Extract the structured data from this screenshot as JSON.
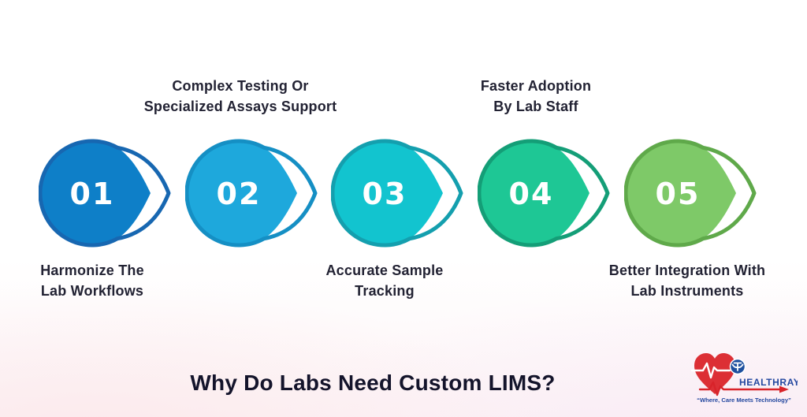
{
  "title": "Why Do Labs Need Custom LIMS?",
  "steps": [
    {
      "number": "01",
      "label_line1": "Harmonize The",
      "label_line2": "Lab Workflows",
      "label_position": "below",
      "fill": "#0e7fc8",
      "outline": "#1767b1"
    },
    {
      "number": "02",
      "label_line1": "Complex Testing Or",
      "label_line2": "Specialized Assays Support",
      "label_position": "above",
      "fill": "#1ea8dc",
      "outline": "#158fc4"
    },
    {
      "number": "03",
      "label_line1": "Accurate Sample",
      "label_line2": "Tracking",
      "label_position": "below",
      "fill": "#12c4cf",
      "outline": "#149fae"
    },
    {
      "number": "04",
      "label_line1": "Faster Adoption",
      "label_line2": "By Lab Staff",
      "label_position": "above",
      "fill": "#1ec795",
      "outline": "#149e77"
    },
    {
      "number": "05",
      "label_line1": "Better Integration With",
      "label_line2": "Lab Instruments",
      "label_position": "below",
      "fill": "#7ec968",
      "outline": "#5fa94a"
    }
  ],
  "logo": {
    "brand": "HEALTHRAY",
    "tagline": "“Where, Care Meets Technology”",
    "heart_color": "#dc2f35",
    "ekg_color": "#d8232a",
    "brand_color": "#23479f",
    "badge_color": "#1d4f9e"
  }
}
